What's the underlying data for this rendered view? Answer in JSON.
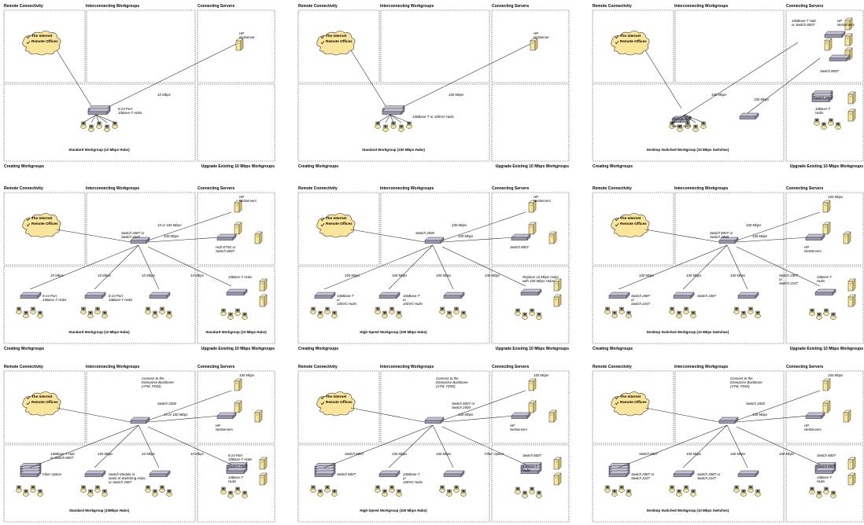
{
  "diagram": {
    "panels": [
      {
        "headers": {
          "remote": "Remote Connectivity",
          "interconnect": "Interconnecting Workgroups",
          "servers": "Connecting Servers",
          "create": "Creating Workgroups",
          "upgrade": "Upgrade Existing 10 Mbps Workgroups"
        },
        "cloud": [
          "The Internet",
          "Remote Offices"
        ],
        "caption_left": "Standard Workgroup (10 Mbps Hubs)",
        "caption_right": "",
        "labels": [
          "8-24 Port\n10Base-T Hubs",
          "10 Mbps",
          "HP\nNetServer"
        ]
      },
      {
        "headers": {
          "remote": "Remote Connectivity",
          "interconnect": "Interconnecting Workgroups",
          "servers": "Connecting Servers",
          "create": "Creating Workgroups",
          "upgrade": "Upgrade Existing 10 Mbps Workgroups"
        },
        "cloud": [
          "The Internet",
          "Remote Offices"
        ],
        "caption_left": "Standard Workgroup (100 Mbps Hubs)",
        "caption_right": "",
        "labels": [
          "100Base-T or 100VG Hubs",
          "100 Mbps",
          "HP\nNetServer"
        ]
      },
      {
        "headers": {
          "remote": "Remote Connectivity",
          "interconnect": "Interconnecting Workgroups",
          "servers": "Connecting Servers",
          "create": "Creating Workgroups",
          "upgrade": "Upgrade Existing 10 Mbps Workgroups"
        },
        "cloud": [
          "The Internet",
          "Remote Offices"
        ],
        "caption_left": "Desktop Switched Workgroup (10 Mbps Switches)",
        "caption_right": "",
        "labels": [
          "100Base-T Hub\nor Switch 800T",
          "HP\nNetServers",
          "Switch 800T",
          "100 Mbps",
          "100 Mbps",
          "Switch 208T\nor\nSwitch 224T",
          "Switch 208T",
          "10Base-T\nHubs"
        ]
      },
      {
        "headers": {
          "remote": "Remote Connectivity",
          "interconnect": "Interconnecting Workgroups",
          "servers": "Connecting Servers",
          "create": "Creating Workgroups",
          "upgrade": "Upgrade Existing 10 Mbps Workgroups"
        },
        "cloud": [
          "The Internet",
          "Remote Offices"
        ],
        "caption_left": "Standard Workgroup (10 Mbps Hubs)",
        "caption_right": "Standard Workgroup (10 Mbps Hubs)",
        "labels": [
          "Switch 208T or\nSwitch 224T",
          "10 or 100 Mbps",
          "100 Mbps",
          "HP\nNetServers",
          "Hub 8TXE or\nSwitch 800T",
          "10 Mbps",
          "10 Mbps",
          "10 Mbps",
          "10 Mbps",
          "8-24 Port\n10Base-T Hubs",
          "8-24 Port\n10Base-T Hubs",
          "10Base-T Hubs"
        ]
      },
      {
        "headers": {
          "remote": "Remote Connectivity",
          "interconnect": "Interconnecting Workgroups",
          "servers": "Connecting Servers",
          "create": "Creating Workgroups",
          "upgrade": "Upgrade Existing 10 Mbps Workgroups"
        },
        "cloud": [
          "The Internet",
          "Remote Offices"
        ],
        "caption_left": "High-Speed Workgroup (100 Mbps Hubs)",
        "caption_right": "",
        "labels": [
          "Switch 2000",
          "100 Mbps",
          "100 Mbps",
          "HP\nNetServers",
          "Switch 800T",
          "100 Mbps",
          "100 Mbps",
          "100 Mbps",
          "100 Mbps",
          "100Base-T\nor\n100VG Hubs",
          "100Base-T\nor\n100VG Hubs",
          "Replace 10 Mbps Hubs\nwith 100 Mbps Hubs"
        ]
      },
      {
        "headers": {
          "remote": "Remote Connectivity",
          "interconnect": "Interconnecting Workgroups",
          "servers": "Connecting Servers",
          "create": "Creating Workgroups",
          "upgrade": "Upgrade Existing 10 Mbps Workgroups"
        },
        "cloud": [
          "The Internet",
          "Remote Offices"
        ],
        "caption_left": "Desktop Switched Workgroup (10 Mbps Switches)",
        "caption_right": "",
        "labels": [
          "Switch 800T or\nSwitch 2000",
          "100 Mbps",
          "100 Mbps",
          "100 Mbps",
          "HP\nNetServers",
          "100 Mbps",
          "100 Mbps",
          "100 Mbps",
          "Switch 208T\nor\nSwitch 224T",
          "Switch 208T\nor\nSwitch 224T",
          "Switch 208T",
          "10Base-T\nHubs"
        ]
      },
      {
        "headers": {
          "remote": "Remote Connectivity",
          "interconnect": "Interconnecting Workgroups",
          "servers": "Connecting Servers",
          "create": "Creating Workgroups",
          "upgrade": "Upgrade Existing 10 Mbps Workgroups"
        },
        "cloud": [
          "The Internet",
          "Remote Offices"
        ],
        "caption_left": "Standard Workgroup (10Mbps Hubs)",
        "caption_right": "",
        "labels": [
          "Connect to the\nEnterprise Backbone\n(ATM, FDDI)",
          "Switch 2000",
          "10 or 100 Mbps",
          "100 Mbps",
          "HP\nNetServers",
          "100Base-T Hub\nor Switch 800T",
          "100 Mbps",
          "10 Mbps",
          "10 Mbps",
          "Fiber Option",
          "Switch Module in\nstack of Switching Hubs,\nor Switch 208T",
          "8-24 Port\n10Base-T Hubs",
          "Switch 208T",
          "10Base-T\nHubs"
        ]
      },
      {
        "headers": {
          "remote": "Remote Connectivity",
          "interconnect": "Interconnecting Workgroups",
          "servers": "Connecting Servers",
          "create": "Creating Workgroups",
          "upgrade": "Upgrade Existing 10 Mbps Workgroups"
        },
        "cloud": [
          "The Internet",
          "Remote Offices"
        ],
        "caption_left": "High-Speed Workgroup (100 Mbps Hubs)",
        "caption_right": "",
        "labels": [
          "Connect to the\nEnterprise Backbone\n(ATM, FDDI)",
          "Switch 800T or\nSwitch 2000",
          "100 Mbps",
          "100 Mbps",
          "HP\nNetServers",
          "Switch 800T",
          "100 Mbps",
          "100 Mbps",
          "Fiber Option",
          "Switch 800T",
          "100Base-T\nor\n100VG Hubs",
          "Switch 800T",
          "10Base-T\nHubs"
        ]
      },
      {
        "headers": {
          "remote": "Remote Connectivity",
          "interconnect": "Interconnecting Workgroups",
          "servers": "Connecting Servers",
          "create": "Creating Workgroups",
          "upgrade": "Upgrade Existing 10 Mbps Workgroups"
        },
        "cloud": [
          "The Internet",
          "Remote Offices"
        ],
        "caption_left": "Desktop Switched Workgroup (10 Mbps Switches)",
        "caption_right": "",
        "labels": [
          "Connect to the\nEnterprise Backbone\n(ATM, FDDI)",
          "Switch 2000",
          "100 Mbps",
          "100 Mbps",
          "HP\nNetServers",
          "Switch 800T",
          "100 Mbps",
          "100 Mbps",
          "100 Mbps",
          "Switch 208T or\nSwitch 224T",
          "Switch 208T or\nSwitch 224T",
          "Switch 800T",
          "Switch 800T",
          "10Base-T\nHubs"
        ]
      }
    ]
  }
}
